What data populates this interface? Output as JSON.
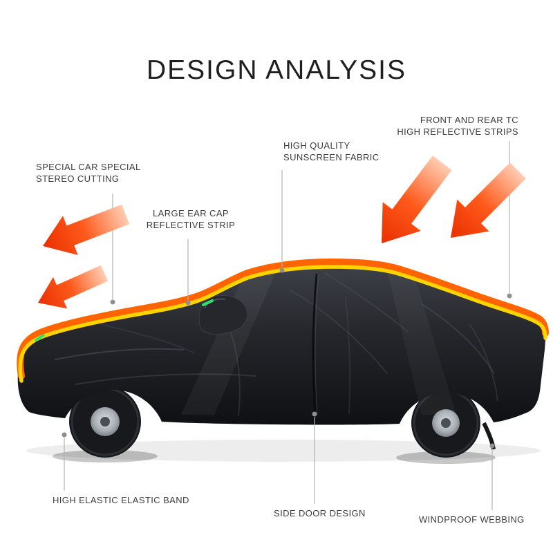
{
  "title": "DESIGN ANALYSIS",
  "callouts": {
    "stereo": {
      "lines": [
        "SPECIAL CAR SPECIAL",
        "STEREO CUTTING"
      ]
    },
    "ear_cap": {
      "lines": [
        "LARGE EAR CAP",
        "REFLECTIVE STRIP"
      ]
    },
    "sunscreen": {
      "lines": [
        "HIGH QUALITY",
        "SUNSCREEN FABRIC"
      ]
    },
    "front_rear_strips": {
      "lines": [
        "FRONT AND REAR TC",
        "HIGH REFLECTIVE STRIPS"
      ]
    },
    "elastic_band": {
      "label": "HIGH ELASTIC ELASTIC BAND"
    },
    "side_door": {
      "label": "SIDE DOOR DESIGN"
    },
    "windproof": {
      "label": "WINDPROOF WEBBING"
    }
  },
  "icons": {
    "arrows": "reflective-gradient-arrow-icon",
    "callout_marker": "dot-marker-icon"
  },
  "colors": {
    "ink": "#1f1f1f",
    "label": "#3d3d3d",
    "line": "#b3b3b3",
    "dot": "#8f8f8f",
    "arrow_head": "#e93000",
    "arrow_mid": "#ff5a1c",
    "arrow_tail": "#ffcdb2",
    "stripe_orange": "#ff6400",
    "stripe_yellow": "#ffd400",
    "tag_green": "#2fe06a",
    "cover_top": "#3d4148",
    "cover_mid": "#25272c",
    "cover_bottom": "#0f1013",
    "background": "#ffffff"
  }
}
